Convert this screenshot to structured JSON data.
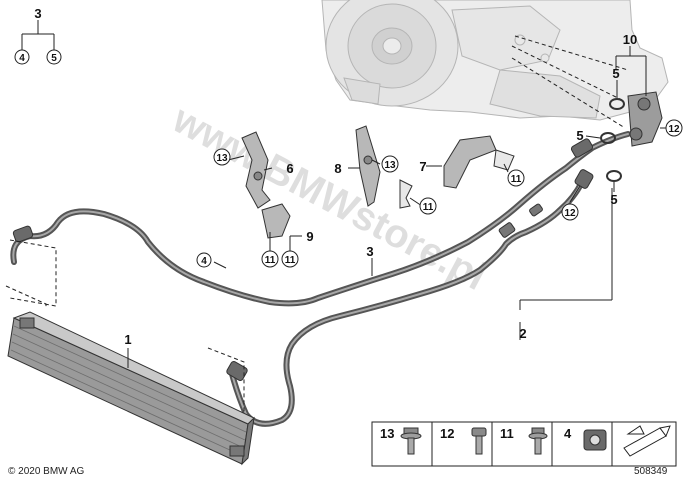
{
  "diagram": {
    "watermark": "www.BMWstore.pl",
    "copyright": "© 2020 BMW AG",
    "image_number": "508349",
    "legend_group": {
      "parent": "3",
      "children": [
        "4",
        "5"
      ]
    },
    "callouts": {
      "c1": "1",
      "c2": "2",
      "c3": "3",
      "c4": "4",
      "c5a": "5",
      "c5b": "5",
      "c5c": "5",
      "c6": "6",
      "c7": "7",
      "c8": "8",
      "c9": "9",
      "c10": "10",
      "c11a": "11",
      "c11b": "11",
      "c11c": "11",
      "c11d": "11",
      "c12a": "12",
      "c12b": "12",
      "c13a": "13",
      "c13b": "13"
    },
    "parts_legend": [
      {
        "number": "13",
        "icon": "flange-bolt-icon"
      },
      {
        "number": "12",
        "icon": "hex-bolt-icon"
      },
      {
        "number": "11",
        "icon": "collar-screw-icon"
      },
      {
        "number": "4",
        "icon": "hose-clamp-icon"
      }
    ],
    "colors": {
      "hose": "#5c5c5c",
      "hose_highlight": "#a9a9a9",
      "line": "#222222"
    }
  }
}
